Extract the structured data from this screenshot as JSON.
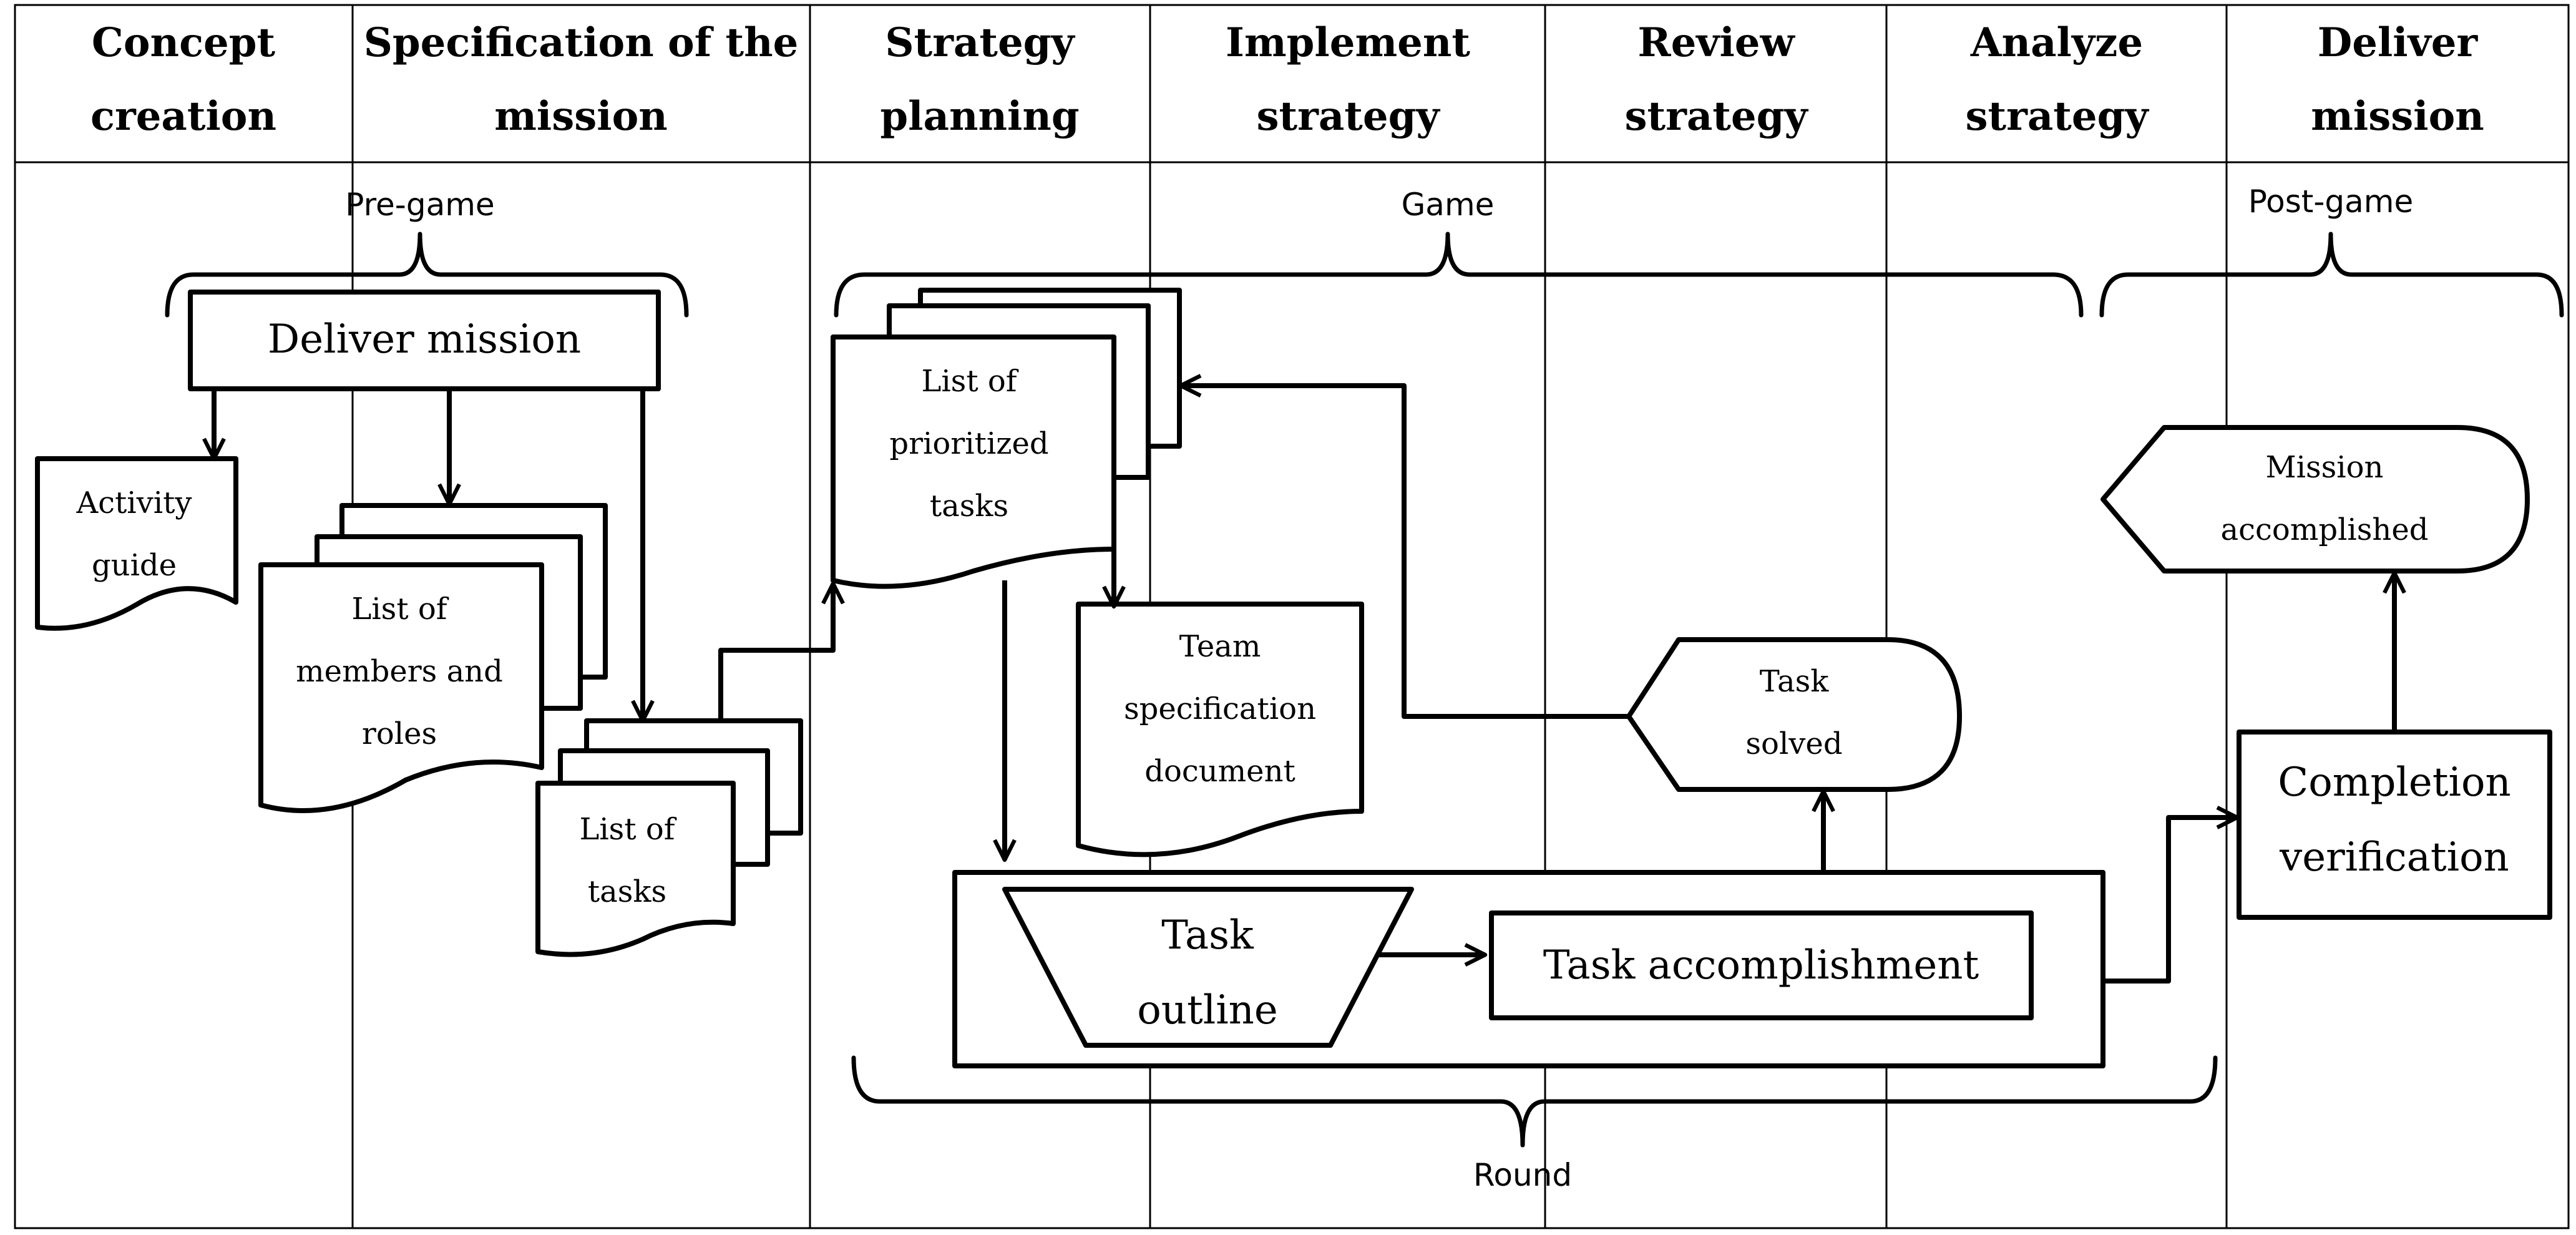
{
  "columns": [
    {
      "line1": "Concept",
      "line2": "creation"
    },
    {
      "line1": "Specification of the",
      "line2": "mission"
    },
    {
      "line1": "Strategy",
      "line2": "planning"
    },
    {
      "line1": "Implement",
      "line2": "strategy"
    },
    {
      "line1": "Review",
      "line2": "strategy"
    },
    {
      "line1": "Analyze",
      "line2": "strategy"
    },
    {
      "line1": "Deliver",
      "line2": "mission"
    }
  ],
  "phases": {
    "pre_game": "Pre-game",
    "game": "Game",
    "post_game": "Post-game",
    "round": "Round"
  },
  "nodes": {
    "deliver_mission": "Deliver mission",
    "activity_guide": {
      "line1": "Activity",
      "line2": "guide"
    },
    "members_roles": {
      "line1": "List of",
      "line2": "members and",
      "line3": "roles"
    },
    "list_tasks": {
      "line1": "List of",
      "line2": "tasks"
    },
    "prioritized_tasks": {
      "line1": "List of",
      "line2": "prioritized",
      "line3": "tasks"
    },
    "team_spec": {
      "line1": "Team",
      "line2": "specification",
      "line3": "document"
    },
    "task_solved": {
      "line1": "Task",
      "line2": "solved"
    },
    "mission_accomplished": {
      "line1": "Mission",
      "line2": "accomplished"
    },
    "task_outline": {
      "line1": "Task",
      "line2": "outline"
    },
    "task_accomplishment": "Task accomplishment",
    "completion_verification": {
      "line1": "Completion",
      "line2": "verification"
    }
  }
}
